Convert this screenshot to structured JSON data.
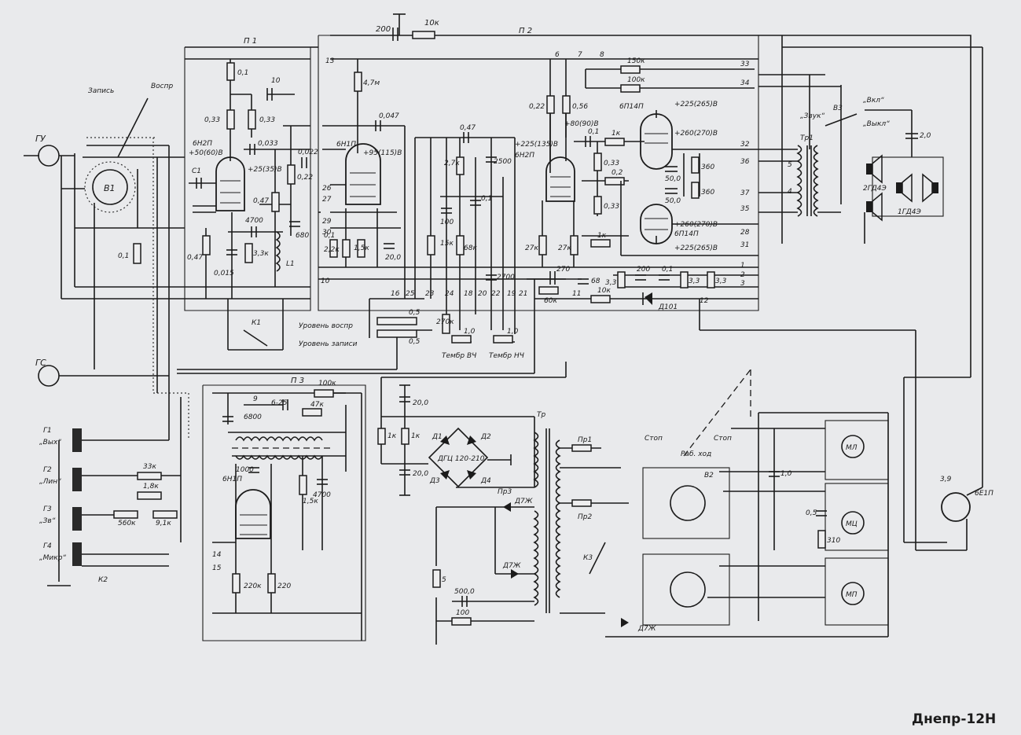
{
  "title": "Днепр-12Н",
  "panels": {
    "p1": "П 1",
    "p2": "П 2",
    "p3": "П 3"
  },
  "mode_labels": {
    "record": "Запись",
    "playback": "Воспр"
  },
  "heads": {
    "gu": "ГУ",
    "gs": "ГС"
  },
  "inputs": [
    {
      "id": "Г1",
      "name": "„Вых“"
    },
    {
      "id": "Г2",
      "name": "„Лин“"
    },
    {
      "id": "Г3",
      "name": "„Зв“"
    },
    {
      "id": "Г4",
      "name": "„Микр“"
    }
  ],
  "tubes": {
    "v1": "6Н2П",
    "v2": "6Н1П",
    "v3": "6Н2П",
    "v4": "6П14П",
    "v5": "6П14П",
    "v6": "6Н1П",
    "indicator": "6Е1П"
  },
  "voltages": {
    "v1": "+50(60)В",
    "v1_cath": "+25(35)В",
    "v2_cath": "+95(115)В",
    "v3": "+225(135)В",
    "v3_anode": "+80(90)В",
    "v4_top": "+225(265)В",
    "v4_g2": "+260(270)В",
    "v5_g2": "+260(270)В",
    "v5_bot": "+225(265)В"
  },
  "controls": {
    "level_play": "Уровень воспр",
    "level_rec": "Уровень записи",
    "tone_hf": "Тембр ВЧ",
    "tone_lf": "Тембр НЧ"
  },
  "switches": {
    "b1": "В1",
    "b2": "В2",
    "b3": "В3",
    "sound": "„Звук“",
    "on": "„Вкл“",
    "off": "„Выкл“",
    "stop1": "Стоп",
    "stop2": "Стоп",
    "fwd": "Раб. ход",
    "k1": "К1",
    "k2": "К2",
    "k3": "К3"
  },
  "transformers": {
    "output": "Тр1",
    "power": "Тр",
    "osc": "L1"
  },
  "speakers": {
    "s1": "2ГД4Э",
    "s2": "1ГД4Э"
  },
  "motors": {
    "ml": "МЛ",
    "mc": "МЦ",
    "mp": "МП"
  },
  "rectifier": {
    "bridge": "ДГЦ 120-210",
    "d1": "Д1",
    "d2": "Д2",
    "d3": "Д3",
    "d4": "Д4",
    "d7zh": "Д7Ж",
    "d101": "Д101"
  },
  "fuses": {
    "pr1": "Пр1",
    "pr2": "Пр2",
    "pr3": "Пр3"
  },
  "components": {
    "r0_1": "0,1",
    "r0_33a": "0,33",
    "r0_33b": "0,33",
    "c10": "10",
    "c0_047": "0,047",
    "r4_7m": "4,7м",
    "c0_033": "0,033",
    "c1": "С1",
    "c4700": "4700",
    "r0_47a": "0,47",
    "r0_47b": "0,47",
    "r3_3k": "3,3к",
    "c0_015": "0,015",
    "c680": "680",
    "r0_22star": "0,22",
    "c0_022": "0,022",
    "r0_1b": "0,1",
    "r2_2k": "2,2к",
    "c200": "20,0",
    "r1_5k": "1,5к",
    "r0_47c": "0,47",
    "r2_7k_a": "2,7к",
    "c2500": "2500",
    "c100": "100",
    "r15k": "15к",
    "r68k": "68к",
    "c0_1a": "0,1",
    "r270k": "270к",
    "c2700": "2700",
    "r0_22": "0,22",
    "r0_56": "0,56",
    "r150k": "150к",
    "r100k": "100к",
    "r1k": "1к",
    "c0_1b": "0,1",
    "r0_33star": "0,33",
    "r0_2": "0,2",
    "c50a": "50,0",
    "c50b": "50,0",
    "r360a": "360",
    "r360b": "360",
    "r27k_a": "27к",
    "r27k_b": "27к",
    "r1k_b": "1к",
    "c270": "270",
    "r60k": "60к",
    "c68": "68",
    "r10k": "10к",
    "c2_0": "2,0",
    "r3_3": "3,3",
    "c200b": "200",
    "c0_1c": "0,1",
    "r3_3b": "3,3",
    "c200top": "200",
    "r10ktop": "10к",
    "pot_play": "0,5",
    "pot_rec": "0,5",
    "pot_hf": "1,0",
    "pot_lf": "1,0",
    "r33k": "33к",
    "r1_8k": "1,8к",
    "r560k": "560к",
    "r9_1k": "9,1к",
    "r100kstar": "100к",
    "c6_25": "6-25",
    "r47k": "47к",
    "c6800": "6800",
    "c1000": "1000",
    "r1_5kb": "1,5к",
    "c4700b": "4700",
    "r220k": "220к",
    "r220kstar": "220",
    "c20_0a": "20,0",
    "c20_0b": "20,0",
    "r1k_c": "1к",
    "r1k_d": "1к",
    "c500": "500,0",
    "r100ohm": "100",
    "r5": "5",
    "c1_0": "1,0",
    "c0_5": "0,5",
    "r310": "310",
    "r3_9": "3,9",
    "r3_3star": "3,3"
  },
  "pins": {
    "n13": "13",
    "n14": "14",
    "n15": "15",
    "n16": "16",
    "n12": "12",
    "n11": "11",
    "n6": "6",
    "n7": "7",
    "n8": "8",
    "n9": "9",
    "n10": "10",
    "n33": "33",
    "n34": "34",
    "n35": "35",
    "n36": "36",
    "n37": "37",
    "n28": "28",
    "n31": "31",
    "n32": "32",
    "n29": "29",
    "n30": "30",
    "n25": "25",
    "n23": "23",
    "n24": "24",
    "n18": "18",
    "n20": "20",
    "n22": "22",
    "n19": "19",
    "n21": "21",
    "n26": "26",
    "n27": "27",
    "n1": "1",
    "n2": "2",
    "n3": "3",
    "n4": "4",
    "n5": "5"
  }
}
